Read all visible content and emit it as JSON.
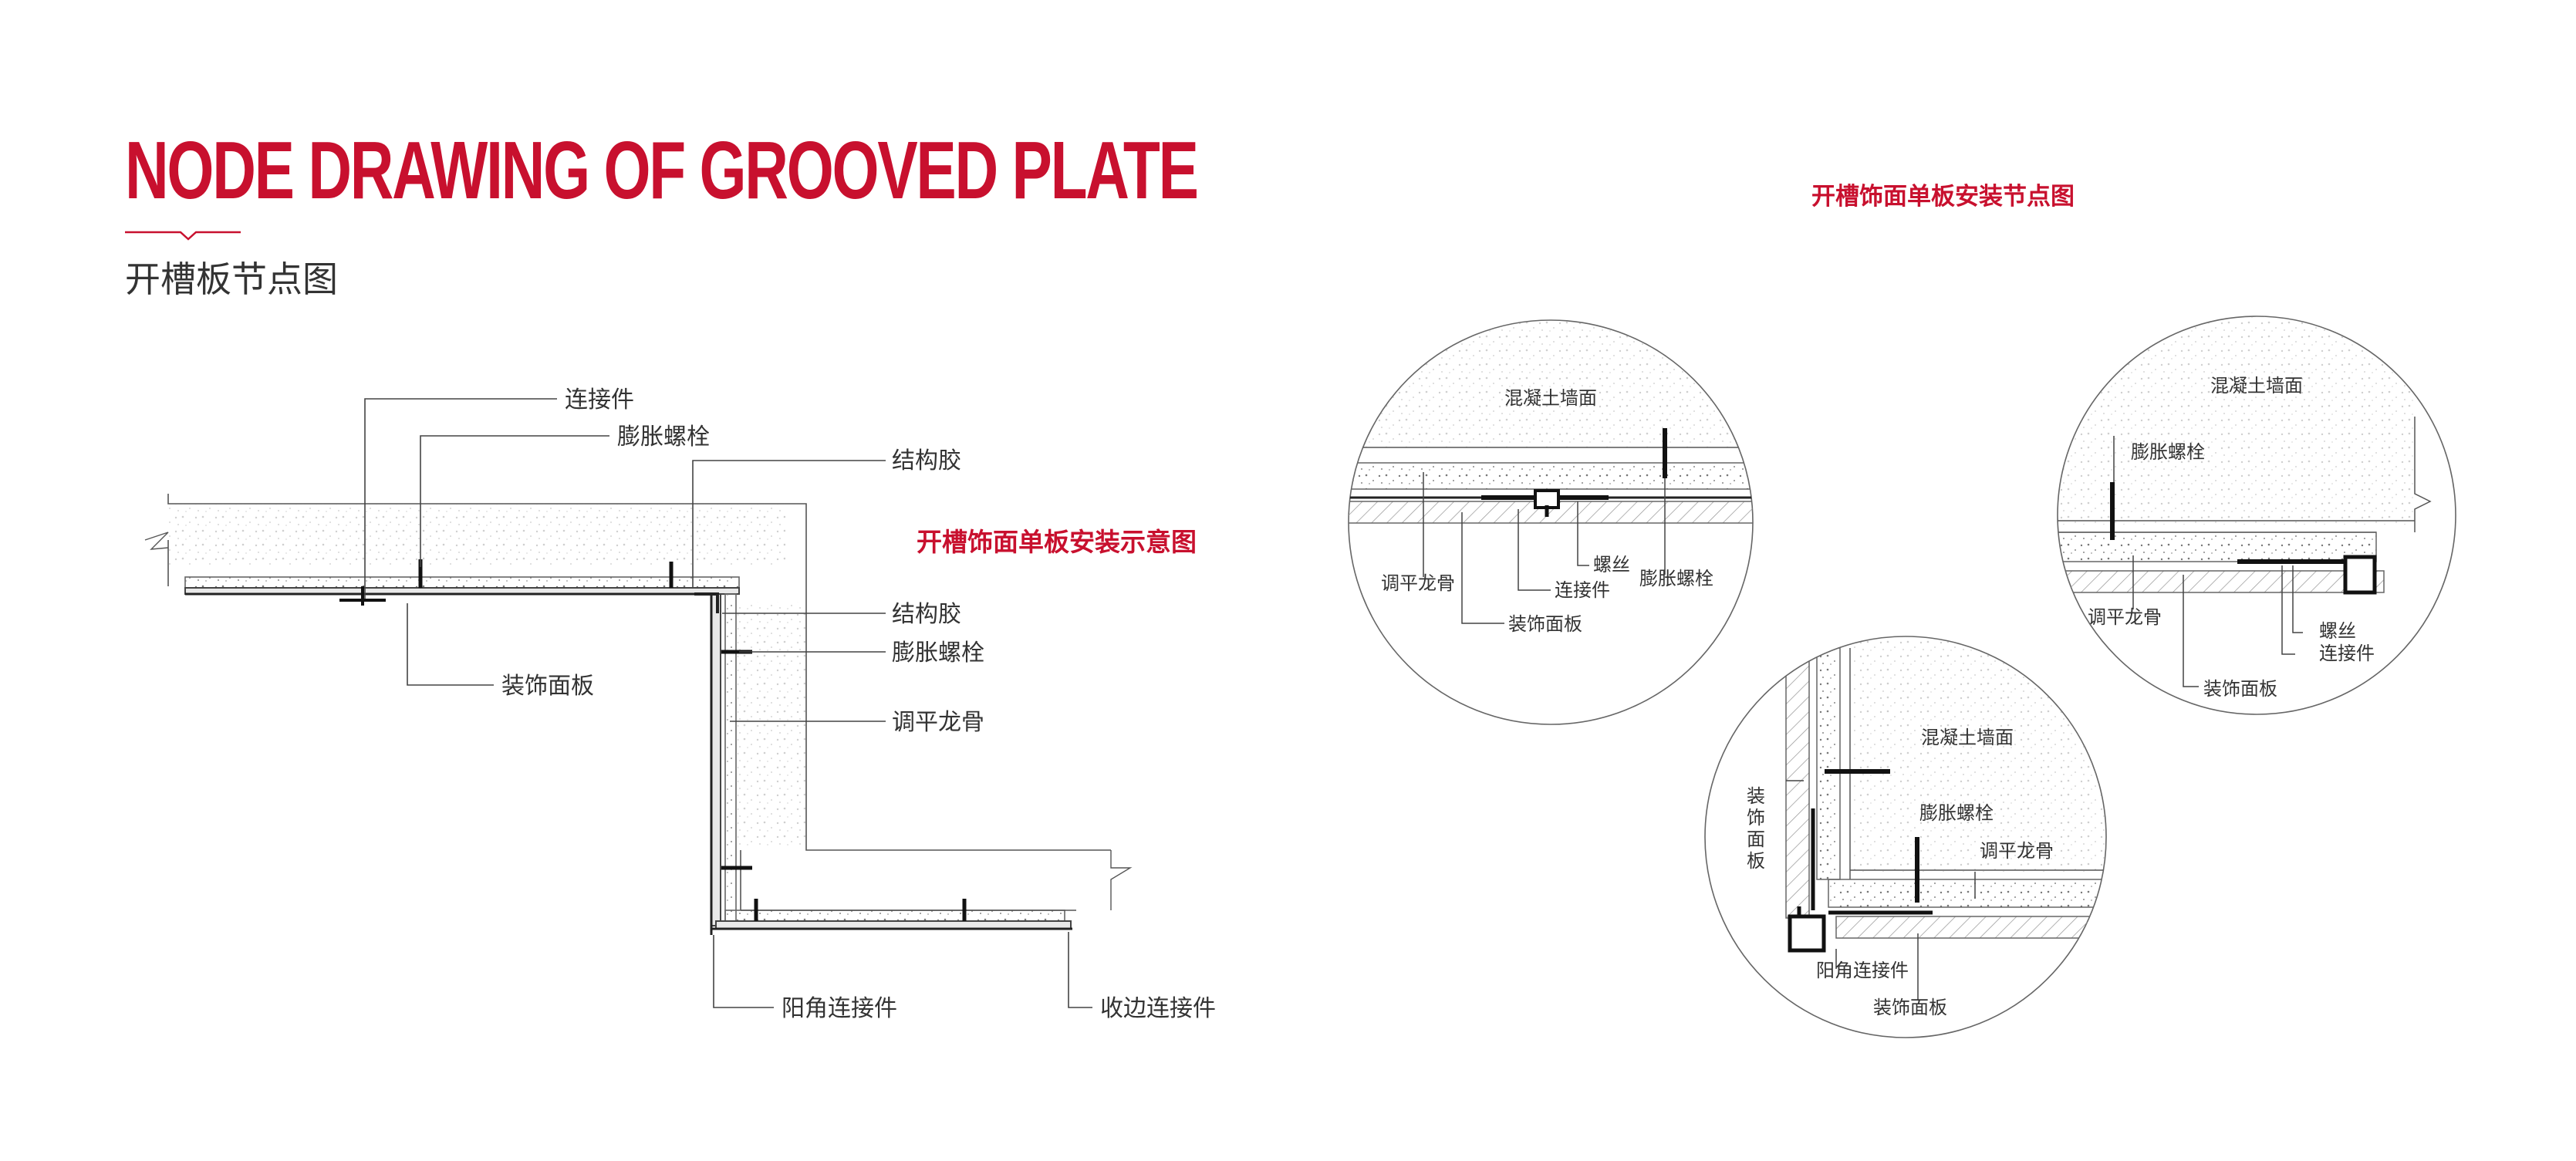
{
  "header": {
    "title": "NODE DRAWING OF GROOVED PLATE",
    "subtitle": "开槽板节点图"
  },
  "colors": {
    "accent": "#c8102e",
    "line": "#444444",
    "text": "#333333"
  },
  "main_diagram": {
    "heading": "开槽饰面单板安装示意图",
    "labels": {
      "connector": "连接件",
      "expansion_bolt": "膨胀螺栓",
      "structural_glue": "结构胶",
      "structural_glue_2": "结构胶",
      "expansion_bolt_2": "膨胀螺栓",
      "leveling_keel": "调平龙骨",
      "decorative_panel": "装饰面板",
      "outer_corner_connector": "阳角连接件",
      "edge_connector": "收边连接件"
    }
  },
  "detail_heading": "开槽饰面单板安装节点图",
  "detail_a": {
    "labels": {
      "concrete_wall": "混凝土墙面",
      "screw": "螺丝",
      "expansion_bolt": "膨胀螺栓",
      "leveling_keel": "调平龙骨",
      "connector": "连接件",
      "decorative_panel": "装饰面板"
    }
  },
  "detail_b": {
    "labels": {
      "concrete_wall": "混凝土墙面",
      "expansion_bolt": "膨胀螺栓",
      "leveling_keel": "调平龙骨",
      "screw": "螺丝",
      "connector": "连接件",
      "decorative_panel": "装饰面板"
    }
  },
  "detail_c": {
    "labels": {
      "concrete_wall": "混凝土墙面",
      "expansion_bolt": "膨胀螺栓",
      "leveling_keel": "调平龙骨",
      "decorative_panel_vertical": "装饰面板",
      "outer_corner_connector": "阳角连接件",
      "decorative_panel": "装饰面板"
    }
  }
}
